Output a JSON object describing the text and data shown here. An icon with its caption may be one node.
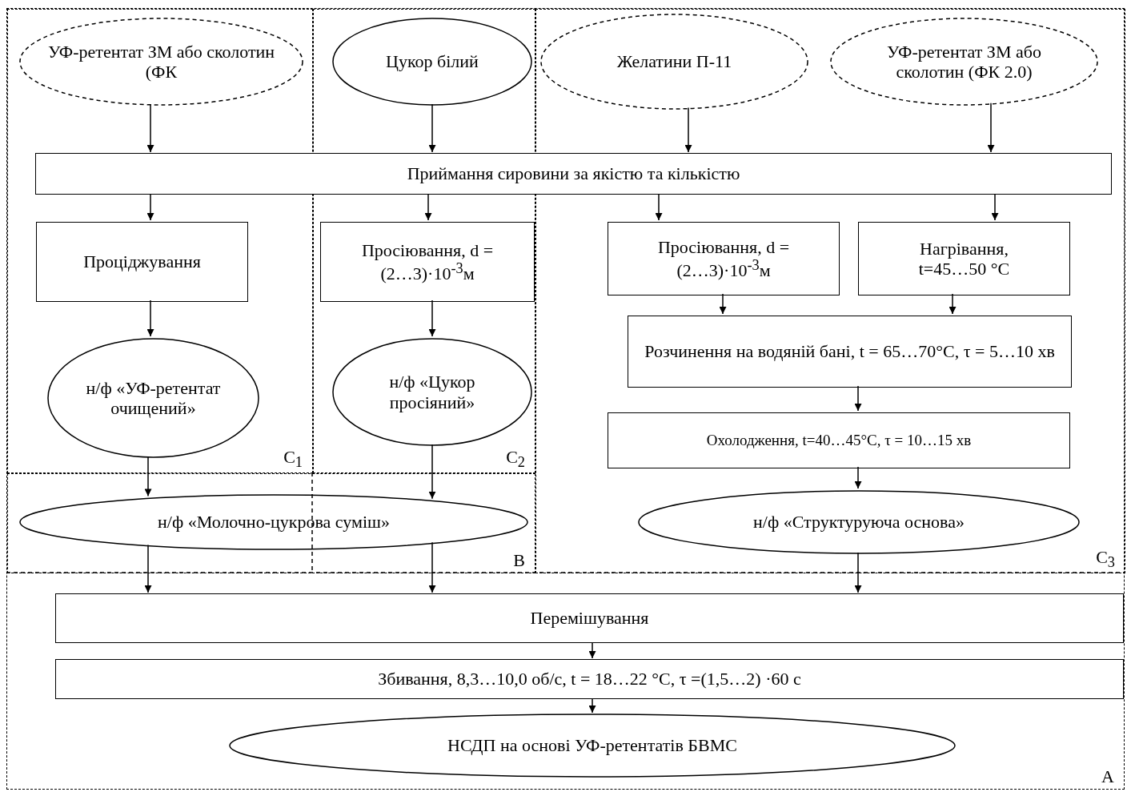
{
  "diagram": {
    "nodes": [
      {
        "text": [
          "А"
        ]
      },
      {
        "text": [
          "С$_{1}$"
        ],
        "in": 0
      },
      {
        "text": [
          "УФ-ретентат ЗМ або сколотин (ФК"
        ],
        "in": 1
      },
      {
        "text": [
          "С$_{2}$"
        ],
        "in": 0
      },
      {
        "text": [
          "Цукор білий"
        ],
        "in": 3
      },
      {
        "text": [
          "С$_{3}$"
        ],
        "in": 0
      },
      {
        "text": [
          "Желатини П-11"
        ],
        "in": 5
      },
      {
        "text": [
          "УФ-ретентат ЗМ або сколотин (ФК 2.0)"
        ],
        "in": 5
      },
      {
        "text": [
          "Приймання сировини за якістю та кількістю"
        ],
        "in": 0
      },
      {
        "text": [
          "Проціджування"
        ],
        "in": 1
      },
      {
        "text": [
          "Просіювання, d = (2…3)·10$^{-3}$м"
        ],
        "in": 3
      },
      {
        "text": [
          "Просіювання, d = (2…3)·10$^{-3}$м"
        ],
        "in": 5
      },
      {
        "text": [
          "Нагрівання, t=45…50 °C"
        ],
        "in": 5
      },
      {
        "text": [
          "Розчинення на водяній бані, t = 65…70°C, τ = 5…10 хв"
        ],
        "in": 5
      },
      {
        "text": [
          "Охолодження, t=40…45°C, τ = 10…15 хв"
        ],
        "in": 5
      },
      {
        "text": [
          "н/ф «УФ-ретентат очищений»"
        ],
        "in": 1
      },
      {
        "text": [
          "н/ф «Цукор просіяний»"
        ],
        "in": 3
      },
      {
        "text": [
          "В"
        ],
        "in": 0
      },
      {
        "text": [
          "н/ф «Молочно-цукрова суміш»"
        ],
        "in": 17
      },
      {
        "text": [
          "н/ф «Структуруюча основа»"
        ],
        "in": 5
      },
      {
        "text": [
          "Перемішування"
        ],
        "in": 0
      },
      {
        "text": [
          "Збивання, 8,3…10,0 об/с, t = 18…22 °C, τ =(1,5…2) ·60 с"
        ],
        "in": 0
      },
      {
        "text": [
          "НСДП на основі УФ-ретентатів БВМС"
        ],
        "in": 0
      }
    ],
    "edges": [
      {
        "from": 2,
        "to": 8,
        "arrow": "to"
      },
      {
        "from": 4,
        "to": 8,
        "arrow": "to"
      },
      {
        "from": 6,
        "to": 8,
        "arrow": "to"
      },
      {
        "from": 7,
        "to": 8,
        "arrow": "to"
      },
      {
        "from": 8,
        "to": 9,
        "arrow": "to"
      },
      {
        "from": 8,
        "to": 10,
        "arrow": "to"
      },
      {
        "from": 8,
        "to": 11,
        "arrow": "to"
      },
      {
        "from": 8,
        "to": 12,
        "arrow": "to"
      },
      {
        "from": 9,
        "to": 15,
        "arrow": "to"
      },
      {
        "from": 10,
        "to": 16,
        "arrow": "to"
      },
      {
        "from": 11,
        "to": 13,
        "arrow": "to"
      },
      {
        "from": 12,
        "to": 13,
        "arrow": "to"
      },
      {
        "from": 13,
        "to": 14,
        "arrow": "to"
      },
      {
        "from": 14,
        "to": 19,
        "arrow": "to"
      },
      {
        "from": 15,
        "to": 18,
        "arrow": "to"
      },
      {
        "from": 16,
        "to": 18,
        "arrow": "to"
      },
      {
        "from": 18,
        "to": 20,
        "arrow": "to"
      },
      {
        "from": 18,
        "to": 20,
        "arrow": "to"
      },
      {
        "from": 19,
        "to": 20,
        "arrow": "to"
      },
      {
        "from": 20,
        "to": 21,
        "arrow": "to"
      },
      {
        "from": 21,
        "to": 22,
        "arrow": "to"
      }
    ]
  }
}
